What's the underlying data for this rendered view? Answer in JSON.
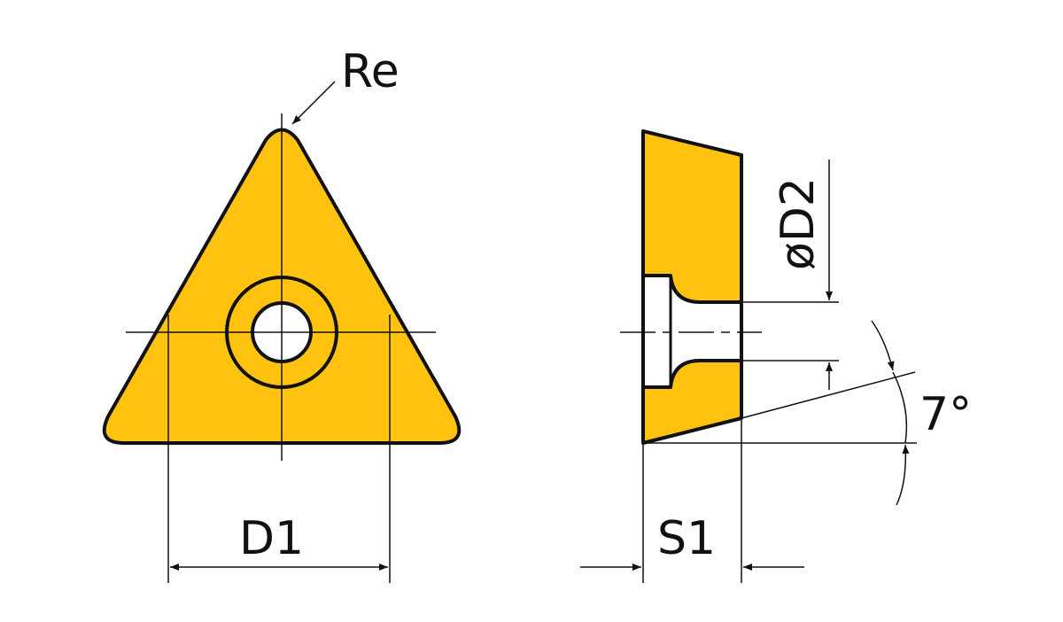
{
  "labels": {
    "corner_radius": "Re",
    "inscribed_diameter": "D1",
    "hole_diameter": "øD2",
    "thickness": "S1",
    "clearance_angle": "7°"
  },
  "colors": {
    "insert_fill": "#FFC20E",
    "outline": "#111111"
  }
}
